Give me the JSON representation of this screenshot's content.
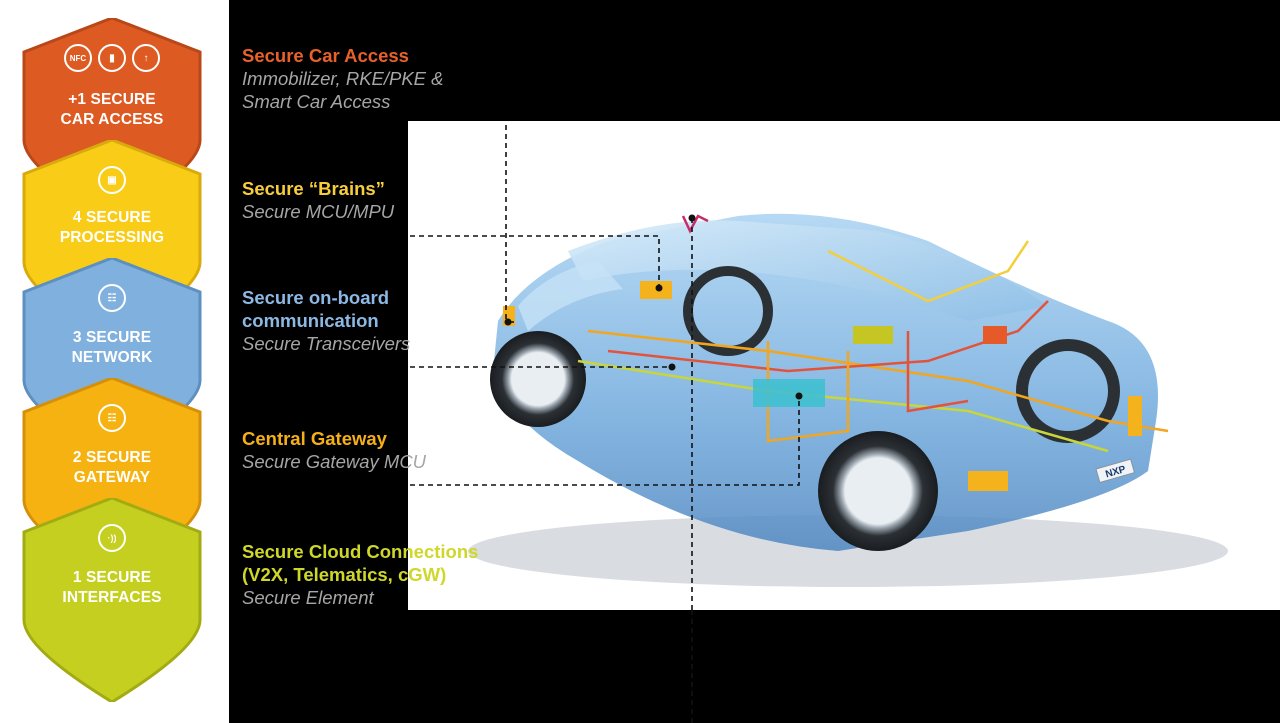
{
  "shields": [
    {
      "number": "+1",
      "line1": "+1 SECURE",
      "line2": "CAR ACCESS",
      "color": "#dd5b22",
      "edge": "#b8471a",
      "icons": [
        "nfc-icon",
        "key-fob-icon",
        "car-key-icon"
      ],
      "icon_glyphs": [
        "NFC",
        "▮",
        "↑"
      ]
    },
    {
      "line1": "4 SECURE",
      "line2": "PROCESSING",
      "color": "#f9cc17",
      "edge": "#d8aa0c",
      "icons": [
        "chip-icon"
      ],
      "icon_glyphs": [
        "▣"
      ]
    },
    {
      "line1": "3 SECURE",
      "line2": "NETWORK",
      "color": "#80b0dd",
      "edge": "#5d8fc0",
      "icons": [
        "network-icon"
      ],
      "icon_glyphs": [
        "☷"
      ]
    },
    {
      "line1": "2 SECURE",
      "line2": "GATEWAY",
      "color": "#f6b211",
      "edge": "#d4900a",
      "icons": [
        "gateway-icon"
      ],
      "icon_glyphs": [
        "☷"
      ]
    },
    {
      "line1": "1 SECURE",
      "line2": "INTERFACES",
      "color": "#c5cf1f",
      "edge": "#a2ab12",
      "icons": [
        "wireless-icon"
      ],
      "icon_glyphs": [
        "·))"
      ]
    }
  ],
  "categories": [
    {
      "title": "Secure Car Access",
      "subtitle_lines": [
        "Immobilizer, RKE/PKE &",
        "Smart Car Access"
      ],
      "color": "#e8612a"
    },
    {
      "title": "Secure “Brains”",
      "subtitle_lines": [
        "Secure MCU/MPU"
      ],
      "color": "#f7cd3a"
    },
    {
      "title_lines": [
        "Secure on-board",
        "communication"
      ],
      "subtitle_lines": [
        "Secure Transceivers"
      ],
      "color": "#8cb8e4"
    },
    {
      "title": "Central Gateway",
      "subtitle_lines": [
        "Secure Gateway MCU"
      ],
      "color": "#f5b018"
    },
    {
      "title_lines": [
        "Secure Cloud Connections",
        "(V2X, Telematics, cGW)"
      ],
      "subtitle_lines": [
        "Secure Element"
      ],
      "color": "#cfd82a"
    }
  ],
  "car": {
    "plate_text": "NXP",
    "body_color": "#7fb8e6",
    "wire_colors": [
      "#f2a51e",
      "#e2533b",
      "#c9d63a",
      "#f4cf3b"
    ]
  }
}
